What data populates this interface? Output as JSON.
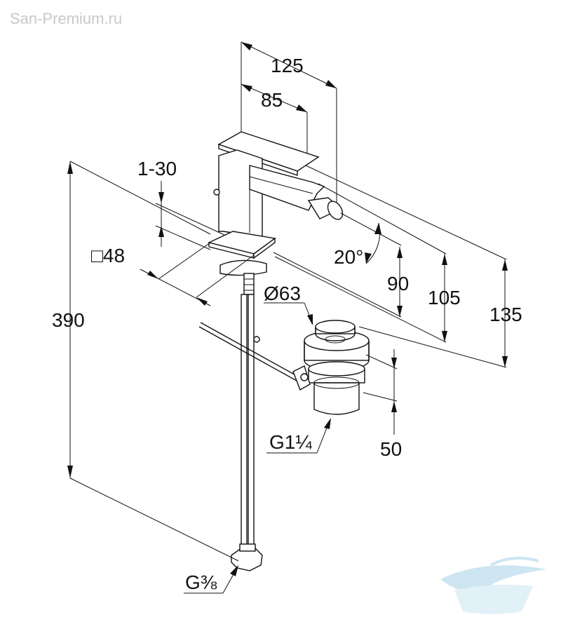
{
  "watermark": {
    "text": "San-Premium.ru",
    "color": "#c9c9c9"
  },
  "dimensions": {
    "d125": "125",
    "d85": "85",
    "d1_30": "1-30",
    "d48": "□48",
    "d390": "390",
    "d20": "20°",
    "d90": "90",
    "d105": "105",
    "d135": "135",
    "d63": "Ø63",
    "g114": "G1¼",
    "d50": "50",
    "g38": "G⅜"
  },
  "colors": {
    "line": "#111111",
    "logo": "#cde6f2"
  },
  "icons": {
    "logo": "bathtub-wave-logo"
  }
}
